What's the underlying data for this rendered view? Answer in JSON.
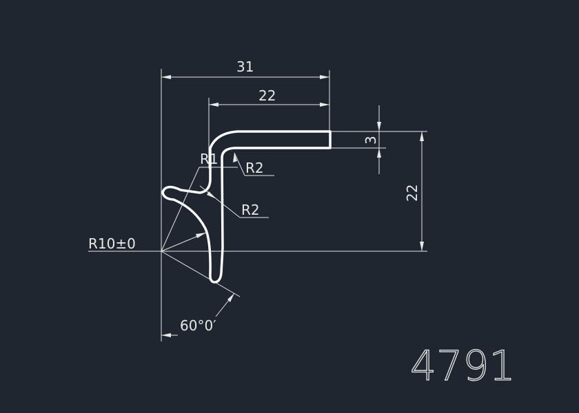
{
  "drawing": {
    "part_number": "4791",
    "dimensions": {
      "overall_width": "31",
      "top_width": "22",
      "thickness": "3",
      "height": "22",
      "radius_1": "R1",
      "radius_2_top": "R2",
      "radius_2_inner": "R2",
      "radius_10": "R10±0",
      "angle": "60°0′"
    },
    "colors": {
      "background": "#1f2630",
      "lines": "#ffffff"
    }
  }
}
